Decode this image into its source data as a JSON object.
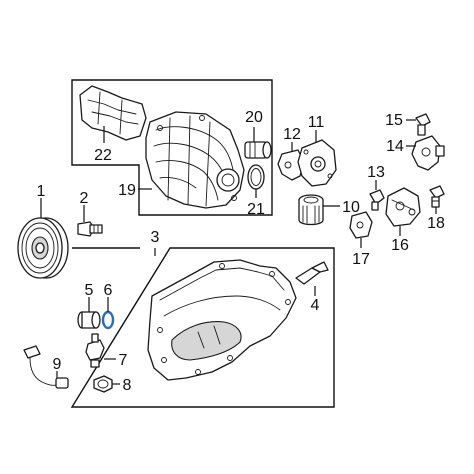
{
  "callouts": {
    "c1": "1",
    "c2": "2",
    "c3": "3",
    "c4": "4",
    "c5": "5",
    "c6": "6",
    "c7": "7",
    "c8": "8",
    "c9": "9",
    "c10": "10",
    "c11": "11",
    "c12": "12",
    "c13": "13",
    "c14": "14",
    "c15": "15",
    "c16": "16",
    "c17": "17",
    "c18": "18",
    "c19": "19",
    "c20": "20",
    "c21": "21",
    "c22": "22"
  },
  "colors": {
    "line": "#1a1a1a",
    "shade": "#d6d6d6",
    "gasket": "#2d6db5",
    "background": "#ffffff"
  }
}
